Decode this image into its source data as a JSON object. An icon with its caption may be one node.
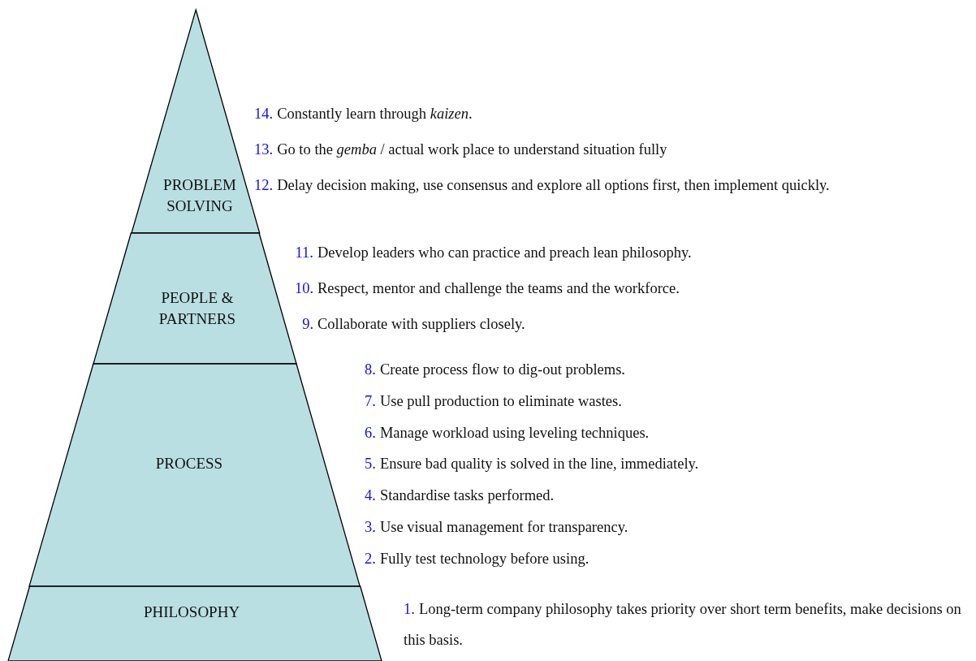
{
  "diagram": {
    "nodes": [
      {
        "text": [
          "PROBLEM SOLVING"
        ],
        "beside": [
          "14. Constantly learn through *kaizen*.",
          "13. Go to the *gemba* / actual work place to understand situation fully",
          "12. Delay decision making, use consensus and explore all options first, then implement quickly."
        ]
      },
      {
        "text": [
          "PEOPLE & PARTNERS"
        ],
        "beside": [
          "11. Develop leaders who can practice and preach lean philosophy.",
          "10. Respect, mentor and challenge the teams and the workforce.",
          "9. Collaborate with suppliers closely."
        ]
      },
      {
        "text": [
          "PROCESS"
        ],
        "beside": [
          "8. Create process flow to dig-out problems.",
          "7. Use pull production to eliminate wastes.",
          "6. Manage workload using leveling techniques.",
          "5. Ensure bad quality is solved in the line, immediately.",
          "4. Standardise tasks performed.",
          "3. Use visual management for transparency.",
          "2. Fully test technology before using."
        ]
      },
      {
        "text": [
          "PHILOSOPHY"
        ],
        "beside": [
          "1. Long-term company philosophy takes priority over short term benefits, make decisions on this basis."
        ]
      }
    ]
  }
}
